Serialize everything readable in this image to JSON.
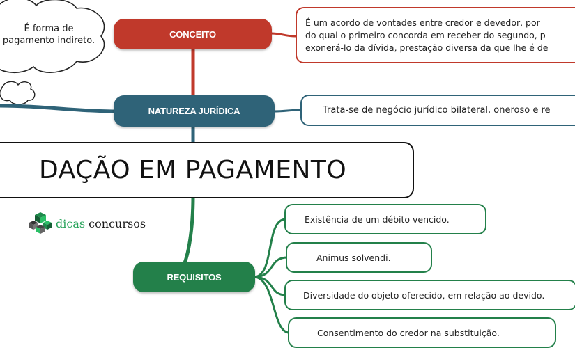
{
  "title": "DAÇÃO EM PAGAMENTO",
  "cloud_note": {
    "line1": "É forma de",
    "line2": "pagamento indireto."
  },
  "branches": {
    "conceito": {
      "label": "CONCEITO",
      "text_lines": [
        "É um acordo de vontades entre credor e devedor, por",
        "do qual o primeiro concorda em receber do segundo, p",
        "exonerá-lo da dívida, prestação diversa da que lhe é de"
      ]
    },
    "natureza": {
      "label": "NATUREZA JURÍDICA",
      "text": "Trata-se de negócio jurídico bilateral, oneroso e re"
    },
    "requisitos": {
      "label": "REQUISITOS",
      "items": [
        "Existência de um débito vencido.",
        "Animus solvendi.",
        "Diversidade do objeto oferecido, em relação ao devido.",
        "Consentimento do credor na substituição."
      ]
    }
  },
  "logo": {
    "part1": "dicas",
    "part2": "concursos"
  },
  "colors": {
    "conceito": "#c0392b",
    "natureza": "#2f6378",
    "requisitos": "#23804a"
  }
}
